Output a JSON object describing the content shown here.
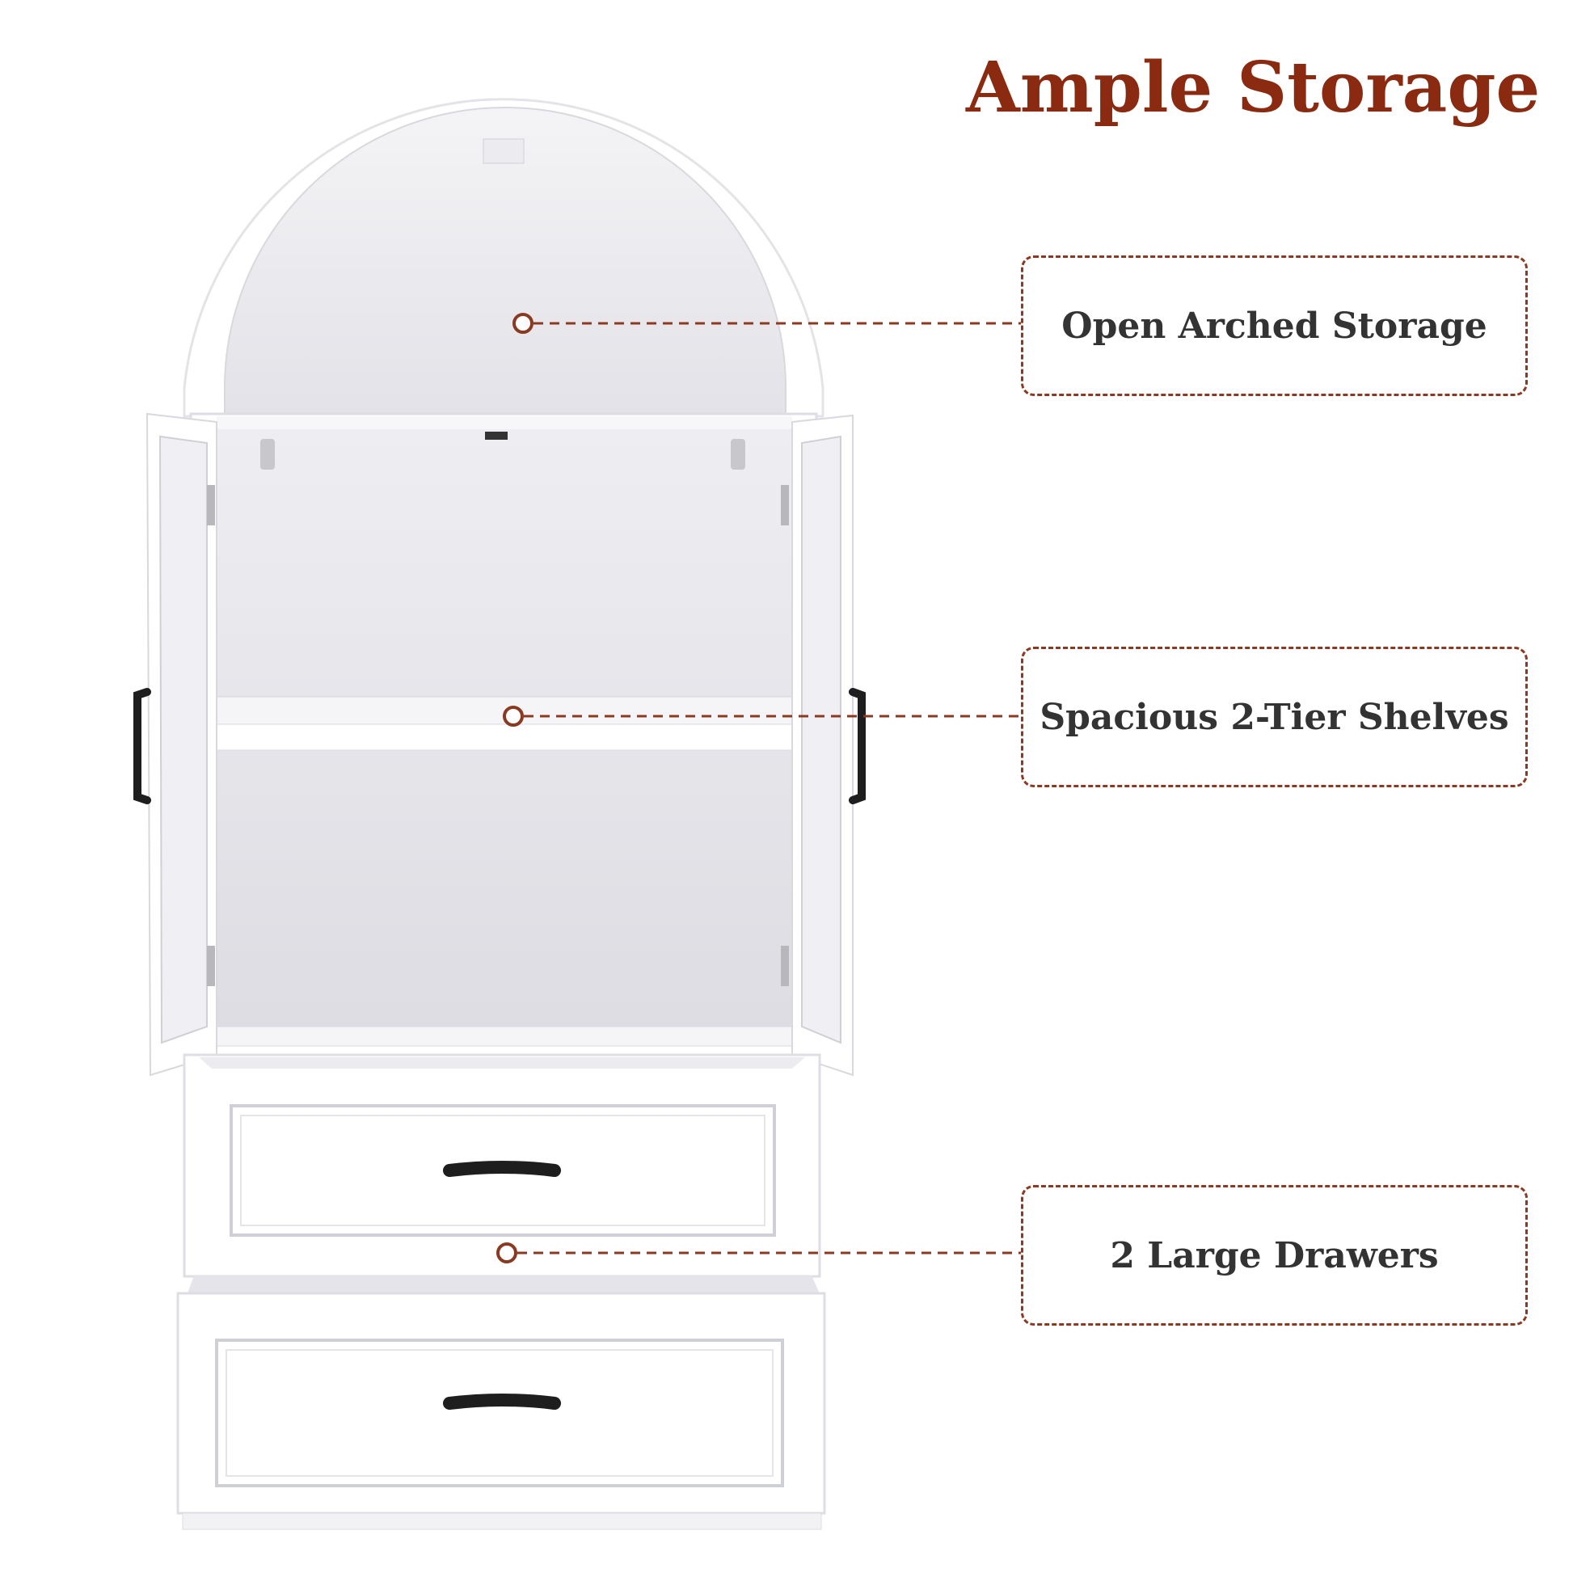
{
  "heading": {
    "title": "Ample Storage"
  },
  "callouts": [
    {
      "label": "Open Arched Storage"
    },
    {
      "label": "Spacious 2-Tier Shelves"
    },
    {
      "label": "2 Large Drawers"
    }
  ],
  "colors": {
    "accent": "#8a2a10",
    "callout_border": "#8a3a22",
    "label_text": "#333333",
    "cabinet": "#ffffff",
    "cabinet_interior": "#e6e6ea",
    "hardware": "#2a2a2a"
  },
  "icons": [
    "cabinet-illustration",
    "pointer-dot-icon",
    "drawer-handle-icon",
    "door-handle-icon"
  ]
}
